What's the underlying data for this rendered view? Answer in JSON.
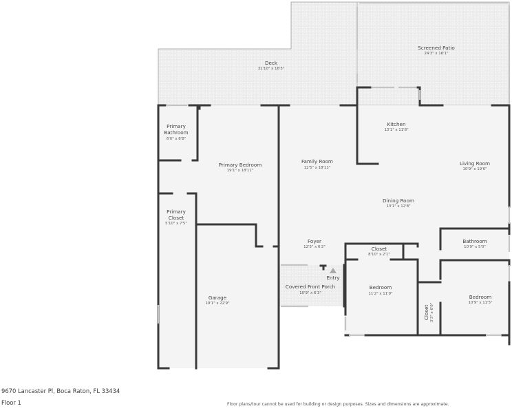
{
  "floor_plan": {
    "address": "9670 Lancaster Pl, Boca Raton, FL 33434",
    "floor_label": "Floor 1",
    "disclaimer": "Floor plans/tour cannot be used for building or design purposes. Sizes and dimensions are approximate.",
    "colors": {
      "wall": "#3a3a3a",
      "interior_floor": "#f4f4f4",
      "outdoor_floor": "#f0f0f0",
      "window": "#cfcfcf",
      "entry_marker": "#a9a9a9"
    },
    "rooms": {
      "deck": {
        "name": "Deck",
        "dims": "31'10\" x 16'5\""
      },
      "screened_patio": {
        "name": "Screened Patio",
        "dims": "24'3\" x 16'1\""
      },
      "primary_bathroom": {
        "name_line1": "Primary",
        "name_line2": "Bathroom",
        "dims": "6'0\" x 8'8\""
      },
      "primary_bedroom": {
        "name": "Primary Bedroom",
        "dims": "19'1\" x 18'11\""
      },
      "primary_closet": {
        "name_line1": "Primary",
        "name_line2": "Closet",
        "dims": "5'10\" x 7'5\""
      },
      "family_room": {
        "name": "Family Room",
        "dims": "12'5\" x 18'11\""
      },
      "kitchen": {
        "name": "Kitchen",
        "dims": "13'1\" x 11'8\""
      },
      "living_room": {
        "name": "Living Room",
        "dims": "10'9\" x 19'6\""
      },
      "dining_room": {
        "name": "Dining Room",
        "dims": "13'1\" x 12'8\""
      },
      "foyer": {
        "name": "Foyer",
        "dims": "12'5\" x 6'2\""
      },
      "closet_hall": {
        "name": "Closet",
        "dims": "8'10\" x 2'1\""
      },
      "bathroom": {
        "name": "Bathroom",
        "dims": "10'9\" x 5'0\""
      },
      "entry": {
        "name": "Entry"
      },
      "covered_front_porch": {
        "name": "Covered Front Porch",
        "dims": "10'9\" x 6'3\""
      },
      "bedroom_1": {
        "name": "Bedroom",
        "dims": "11'2\" x 11'9\""
      },
      "closet_vertical": {
        "name": "Closet",
        "dims": "3'3\" x 6'0\""
      },
      "bedroom_2": {
        "name": "Bedroom",
        "dims": "10'9\" x 11'5\""
      },
      "garage": {
        "name": "Garage",
        "dims": "19'1\" x 22'9\""
      }
    }
  }
}
